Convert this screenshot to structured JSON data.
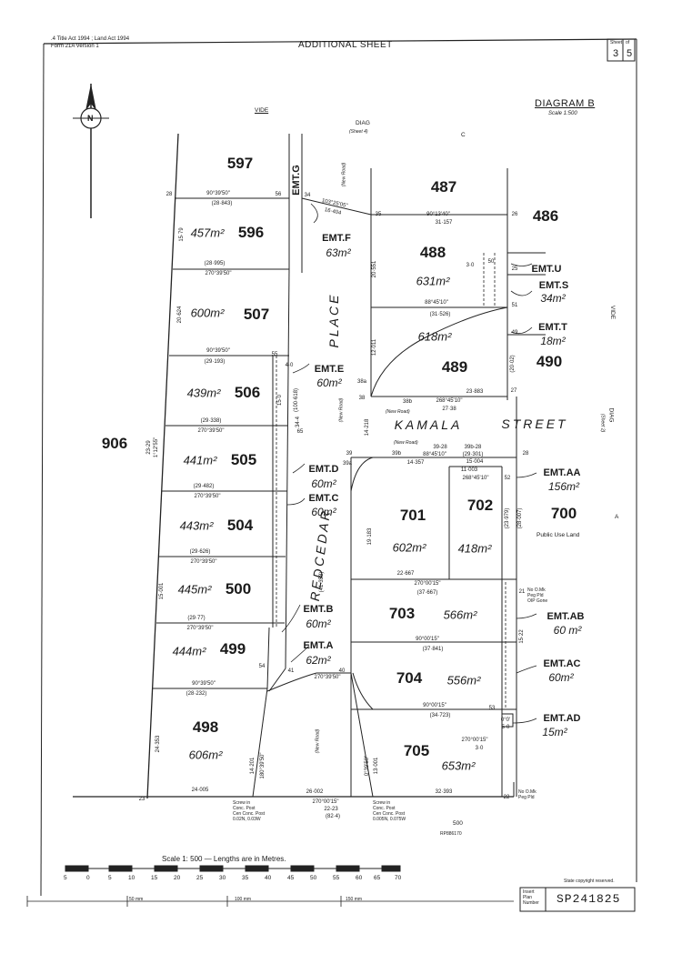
{
  "header": {
    "act_line": ".4 Title Act 1994 ; Land Act 1994",
    "form_line": "Form 21A Version 1",
    "sheet_title": "ADDITIONAL SHEET",
    "sheet_label": "Sheet",
    "of_label": "of",
    "sheet_no": "3",
    "sheet_total": "5"
  },
  "diagram": {
    "title": "DIAGRAM B",
    "scale": "Scale 1:500",
    "north_letter": "N"
  },
  "refs": {
    "vide_top": "VIDE",
    "diag_top": "DIAG",
    "sheet4": "(Sheet 4)",
    "c_label": "C",
    "vide_right": "VIDE",
    "diag_right": "DIAG",
    "sheet2": "(Sheet 2)",
    "a_label": "A"
  },
  "lots": [
    {
      "id": "597",
      "label": "597",
      "area": ""
    },
    {
      "id": "596",
      "label": "596",
      "area": "457m²"
    },
    {
      "id": "507",
      "label": "507",
      "area": "600m²"
    },
    {
      "id": "506",
      "label": "506",
      "area": "439m²"
    },
    {
      "id": "505",
      "label": "505",
      "area": "441m²"
    },
    {
      "id": "504",
      "label": "504",
      "area": "443m²"
    },
    {
      "id": "500",
      "label": "500",
      "area": "445m²"
    },
    {
      "id": "499",
      "label": "499",
      "area": "444m²"
    },
    {
      "id": "498",
      "label": "498",
      "area": "606m²"
    },
    {
      "id": "487",
      "label": "487",
      "area": ""
    },
    {
      "id": "486",
      "label": "486",
      "area": ""
    },
    {
      "id": "488",
      "label": "488",
      "area": "631m²"
    },
    {
      "id": "489",
      "label": "489",
      "area": "618m²"
    },
    {
      "id": "490",
      "label": "490",
      "area": ""
    },
    {
      "id": "906",
      "label": "906",
      "area": ""
    },
    {
      "id": "701",
      "label": "701",
      "area": "602m²"
    },
    {
      "id": "702",
      "label": "702",
      "area": "418m²"
    },
    {
      "id": "700",
      "label": "700",
      "area": ""
    },
    {
      "id": "703",
      "label": "703",
      "area": "566m²"
    },
    {
      "id": "704",
      "label": "704",
      "area": "556m²"
    },
    {
      "id": "705",
      "label": "705",
      "area": "653m²"
    }
  ],
  "public_use": "Public Use Land",
  "easements": [
    {
      "id": "g",
      "label": "EMT.G",
      "area": ""
    },
    {
      "id": "f",
      "label": "EMT.F",
      "area": "63m²"
    },
    {
      "id": "e",
      "label": "EMT.E",
      "area": "60m²"
    },
    {
      "id": "d",
      "label": "EMT.D",
      "area": "60m²"
    },
    {
      "id": "c",
      "label": "EMT.C",
      "area": "60m²"
    },
    {
      "id": "b",
      "label": "EMT.B",
      "area": "60m²"
    },
    {
      "id": "a",
      "label": "EMT.A",
      "area": "62m²"
    },
    {
      "id": "u",
      "label": "EMT.U",
      "area": ""
    },
    {
      "id": "s",
      "label": "EMT.S",
      "area": "34m²"
    },
    {
      "id": "t",
      "label": "EMT.T",
      "area": "18m²"
    },
    {
      "id": "aa",
      "label": "EMT.AA",
      "area": "156m²"
    },
    {
      "id": "ab",
      "label": "EMT.AB",
      "area": "60 m²"
    },
    {
      "id": "ac",
      "label": "EMT.AC",
      "area": "60m²"
    },
    {
      "id": "ad",
      "label": "EMT.AD",
      "area": "15m²"
    }
  ],
  "streets": {
    "place": "PLACE",
    "redcedar": "REDCEDAR",
    "kamala": "KAMALA",
    "street": "STREET",
    "new_road": "(New Road)"
  },
  "measurements": {
    "b1": "90°39'50\"",
    "b1d": "(28·843)",
    "b2": "103°25'05\"",
    "b2d": "16·404",
    "b3": "90°13'40\"",
    "b3d": "31·157",
    "b4": "(28·995)",
    "b5": "270°39'50\"",
    "b6": "88°45'10\"",
    "b6d": "(31·526)",
    "b7": "90°39'50\"",
    "b7d": "(29·193)",
    "b8": "(29·338)",
    "b9": "270°39'50\"",
    "b10": "268°45'10\"",
    "b10d": "27·38",
    "b11": "23·883",
    "b12": "39-28",
    "b13": "88°45'10\"",
    "b14": "39b-28",
    "b15": "(29·301)",
    "b16": "14·357",
    "b17": "15·004",
    "b18": "11·003",
    "b19": "268°45'10\"",
    "b20": "(29·482)",
    "b21": "270°39'50\"",
    "b22": "(29·626)",
    "b23": "270°39'50\"",
    "b24": "(29·77)",
    "b25": "270°39'50\"",
    "b26": "270°00'15\"",
    "b27": "(37·667)",
    "b28": "22·667",
    "b29": "90°00'15\"",
    "b30": "(37·841)",
    "b31": "90°39'50\"",
    "b32": "(28·232)",
    "b33": "270°39'50\"",
    "b34": "90°00'15\"",
    "b35": "(34·723)",
    "b36": "270°00'15\"",
    "b37": "3·0",
    "b38": "24·005",
    "b39": "26·002",
    "b40": "270°00'15\"",
    "b41": "22-23",
    "b42": "(82·4)",
    "b43": "32·393",
    "b44": "180°39'50\"",
    "b45": "14·201",
    "b46": "0°39'50\"",
    "b47": "13·001",
    "b48": "4·0",
    "b49": "15·0",
    "b50": "0°0'",
    "b51": "5·0",
    "b52": "24·353",
    "b53": "15·001",
    "b54": "20·624",
    "b55": "15·79",
    "b56": "23-29",
    "b57": "1°12'55\"",
    "b58": "20·551",
    "b59": "12·011",
    "b60": "19·183",
    "b61": "(23·979)",
    "b62": "(28·007)",
    "b63": "(20·02)",
    "b64": "14·218",
    "b65": "(100·618)",
    "b66": "(41·358)",
    "b67": "34·4",
    "b68": "3·0",
    "b69": "15·22",
    "b70": "(New Road)",
    "b71": "(New Road)",
    "b72": "(New Road)",
    "b73": "(New Road)"
  },
  "point_labels": [
    "28",
    "56",
    "34",
    "35",
    "26",
    "55",
    "38a",
    "38b",
    "38",
    "39",
    "39a",
    "39b",
    "27",
    "28",
    "52",
    "65",
    "54",
    "41",
    "40",
    "50",
    "51",
    "49",
    "53",
    "23",
    "22",
    "21",
    "25"
  ],
  "marks": {
    "post_left_1": "Screw in",
    "post_left_2": "Conc. Post",
    "post_left_3": "Cen Conc. Post",
    "post_left_4": "0.02N, 0.03W",
    "post_right_1": "Screw in",
    "post_right_2": "Conc. Post",
    "post_right_3": "Cen Conc. Post",
    "post_right_4": "0.005N, 0.075W",
    "no_mk_1": "No O.Mk",
    "no_mk_2": "Peg Pld",
    "no_mk_3": "OIP Gone",
    "no_mk_b1": "No O.Mk",
    "no_mk_b2": "Peg Pld",
    "rp_ref_1": "500",
    "rp_ref_2": "RP886170"
  },
  "scale_bar": {
    "caption": "Scale 1: 500 — Lengths are in Metres.",
    "ticks": [
      "5",
      "0",
      "5",
      "10",
      "15",
      "20",
      "25",
      "30",
      "35",
      "40",
      "45",
      "50",
      "55",
      "60",
      "65",
      "70"
    ]
  },
  "ruler": {
    "l1": "50 mm",
    "l2": "100 mm",
    "l3": "150 mm"
  },
  "footer": {
    "copyright": "State copyright reserved.",
    "insert_1": "Insert",
    "insert_2": "Plan",
    "insert_3": "Number",
    "plan_number": "SP241825"
  }
}
